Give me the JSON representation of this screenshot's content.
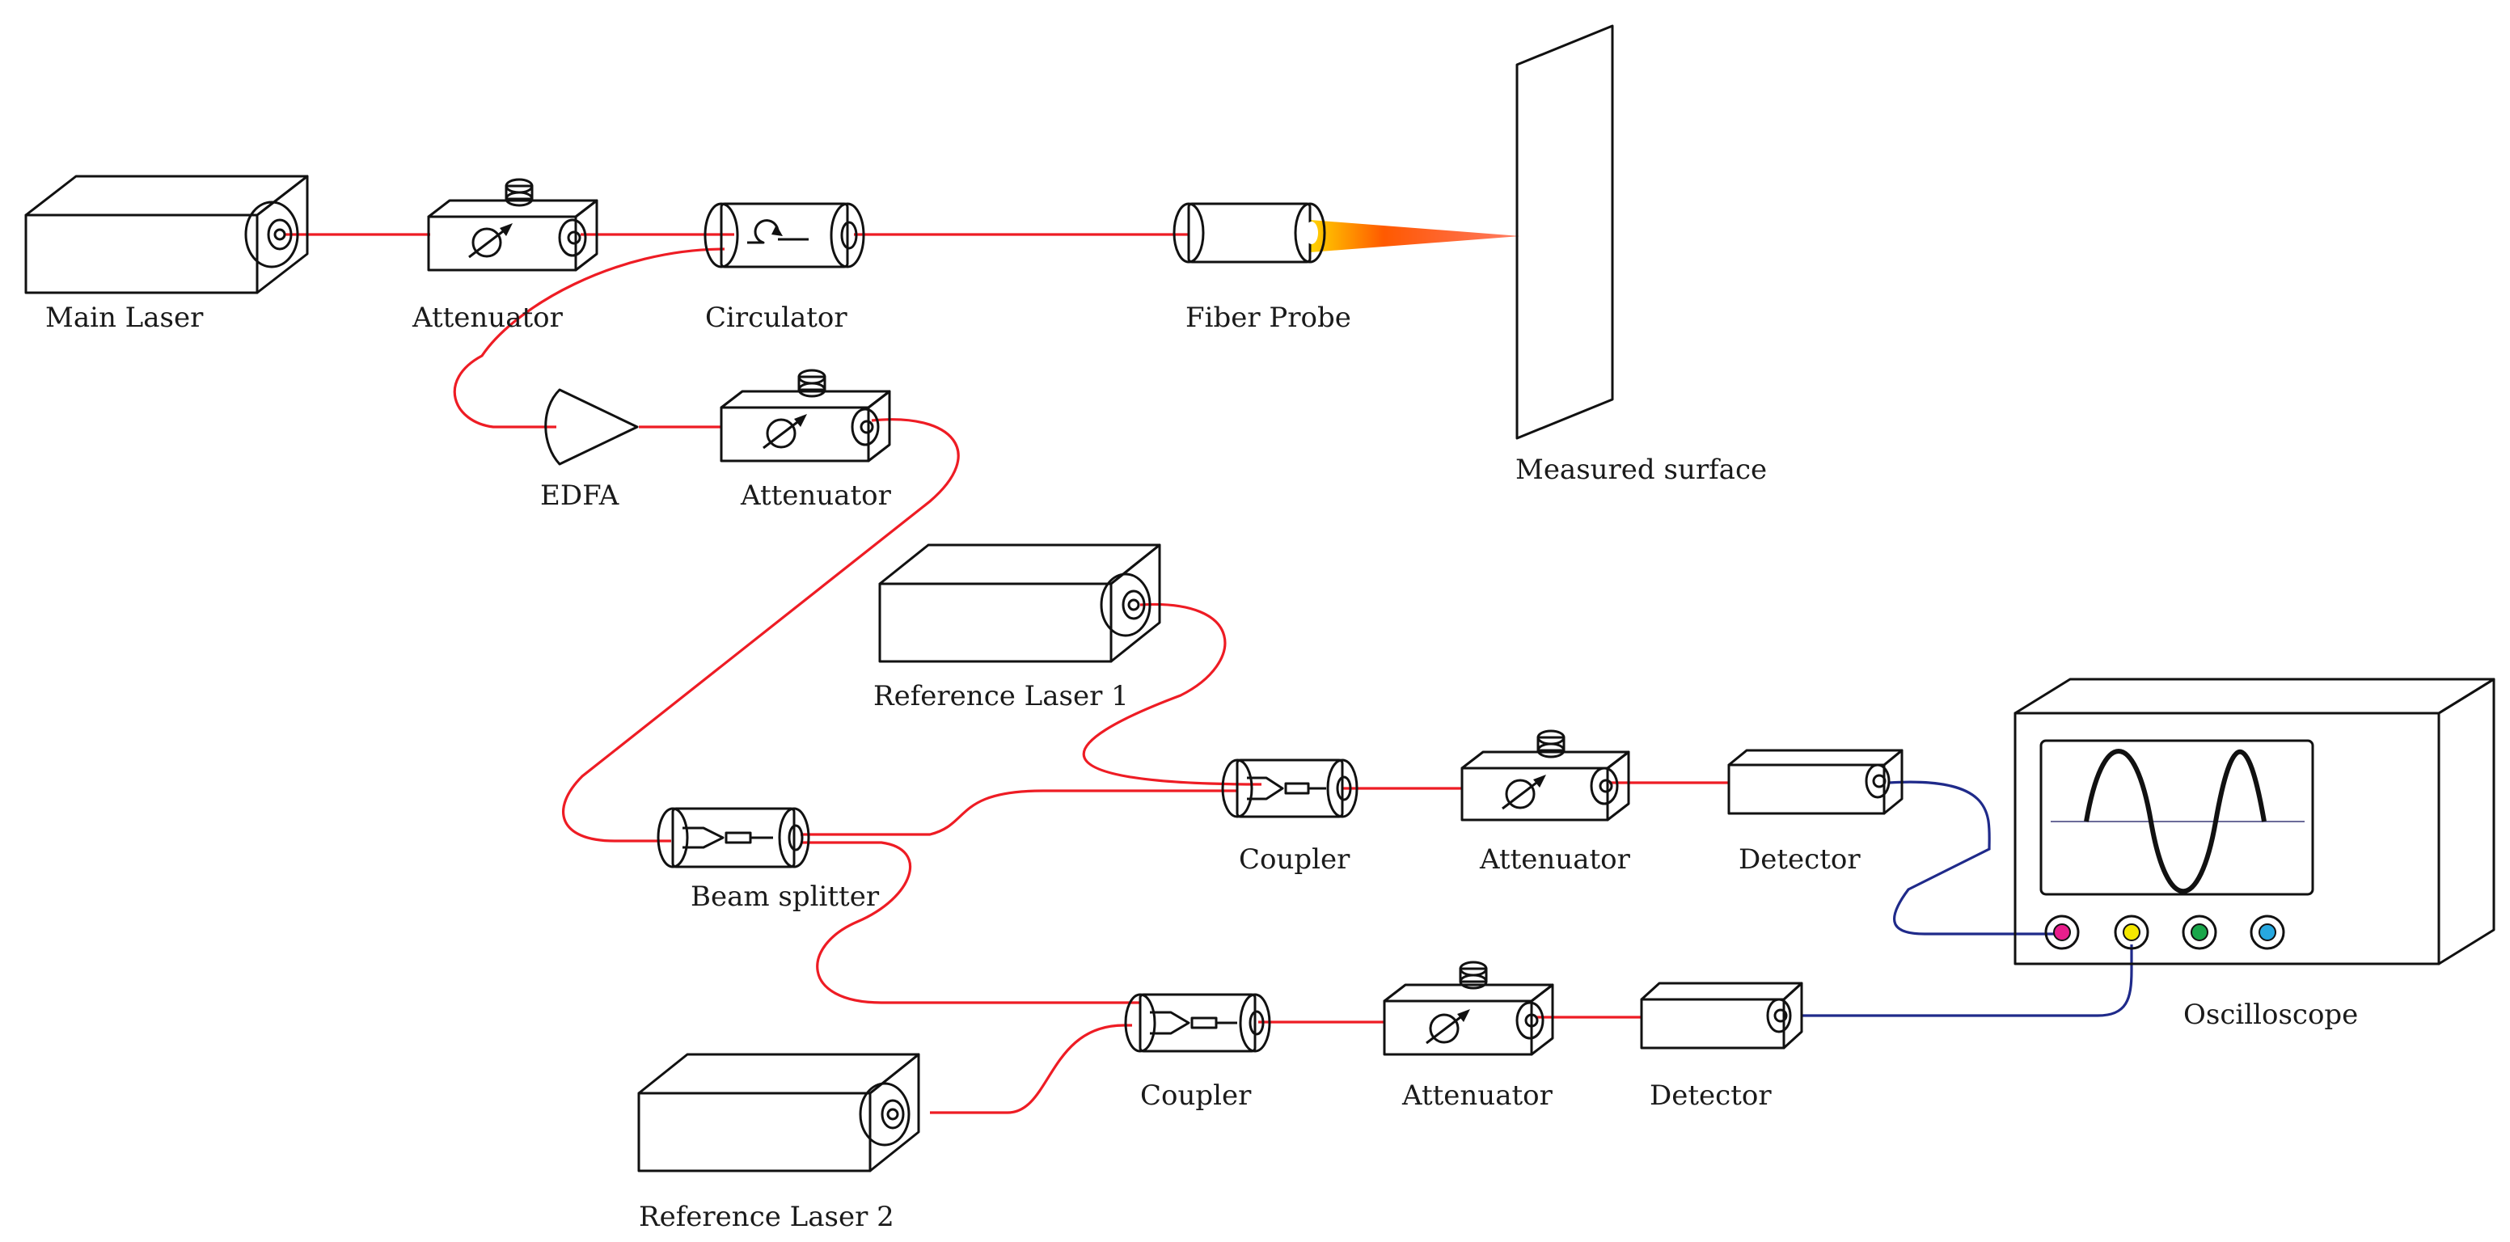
{
  "labels": {
    "main_laser": "Main Laser",
    "attenuator": "Attenuator",
    "circulator": "Circulator",
    "fiber_probe": "Fiber Probe",
    "measured_surface": "Measured surface",
    "edfa": "EDFA",
    "reference_laser_1": "Reference Laser 1",
    "reference_laser_2": "Reference Laser 2",
    "beam_splitter": "Beam splitter",
    "coupler": "Coupler",
    "detector": "Detector",
    "oscilloscope": "Oscilloscope"
  },
  "colors": {
    "laser": "#f9a99b",
    "attenuator": "#e9685c",
    "circulator": "#fbf39c",
    "probe": "#8fd3b0",
    "surface": "#7ecde3",
    "edfa": "#f06a44",
    "coupler": "#c7aad6",
    "detector": "#c7aad6",
    "oscilloscope": "#f3e36f",
    "fiber": "#ee1c24",
    "cable": "#1f2a8a",
    "port_magenta": "#e91e8c",
    "port_yellow": "#f5e800",
    "port_green": "#19a64a",
    "port_blue": "#27a8e0"
  }
}
